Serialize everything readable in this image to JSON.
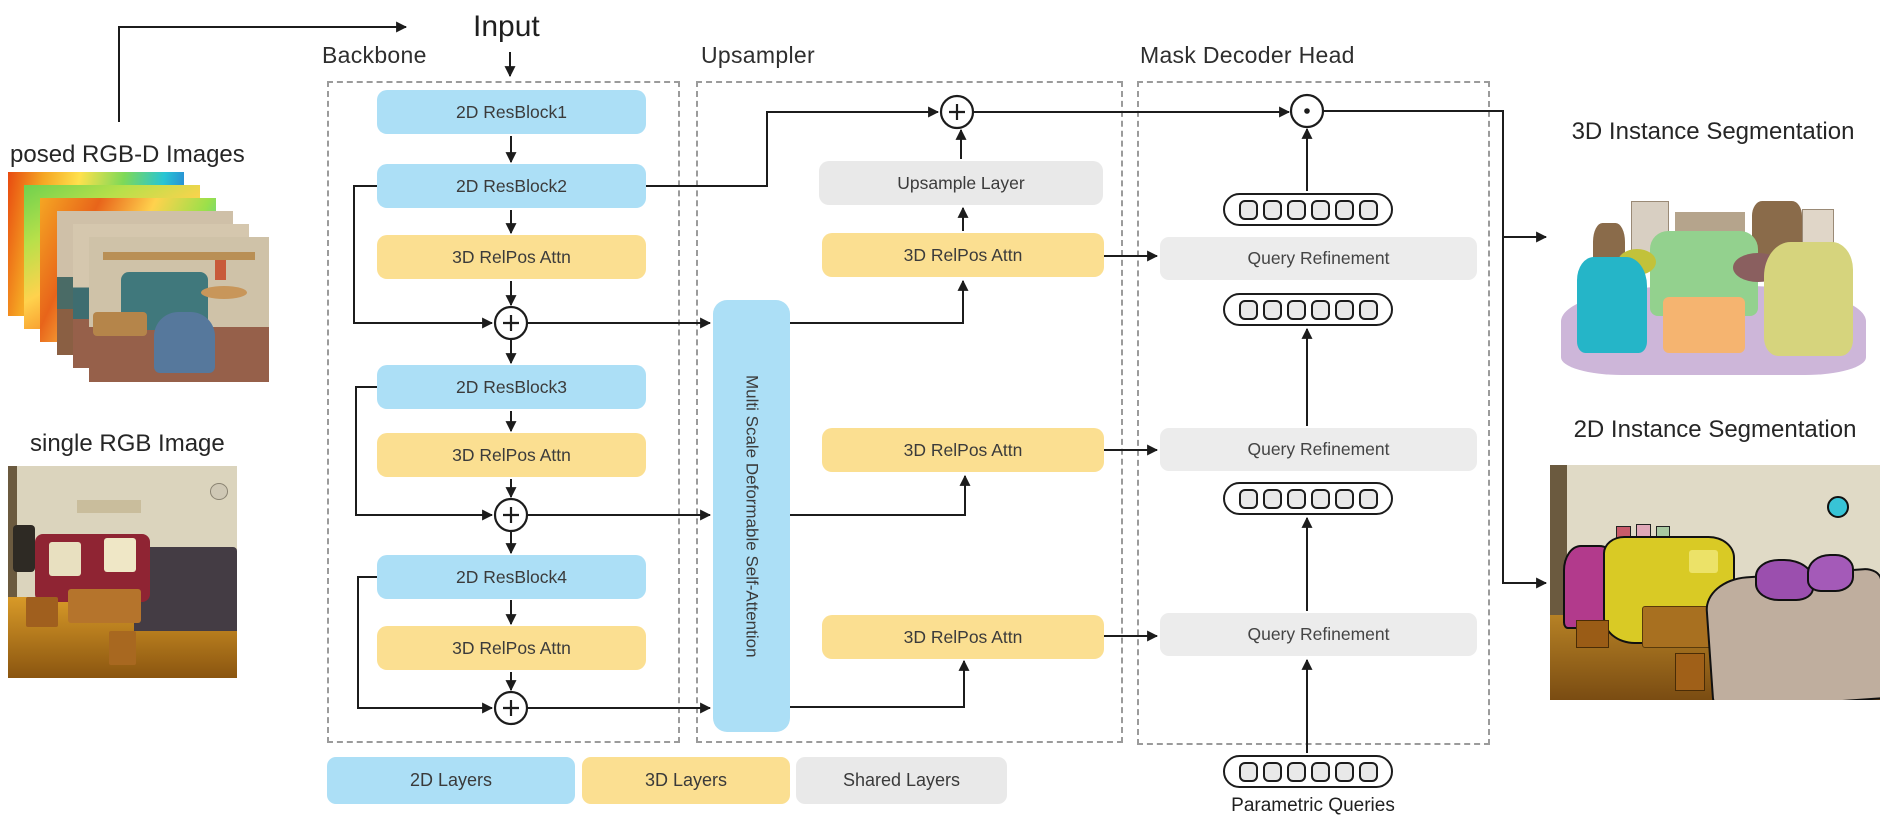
{
  "input_label": "Input",
  "inputs": {
    "posed_label": "posed RGB-D Images",
    "single_label": "single RGB Image"
  },
  "backbone": {
    "title": "Backbone",
    "blocks": [
      {
        "label": "2D ResBlock1",
        "type": "2d"
      },
      {
        "label": "2D ResBlock2",
        "type": "2d"
      },
      {
        "label": "3D RelPos Attn",
        "type": "3d"
      },
      {
        "label": "2D ResBlock3",
        "type": "2d"
      },
      {
        "label": "3D RelPos Attn",
        "type": "3d"
      },
      {
        "label": "2D ResBlock4",
        "type": "2d"
      },
      {
        "label": "3D RelPos Attn",
        "type": "3d"
      }
    ]
  },
  "upsampler": {
    "title": "Upsampler",
    "msda": "Multi Scale Deformable Self-Attention",
    "upsample_layer": "Upsample Layer",
    "relpos1": "3D RelPos Attn",
    "relpos2": "3D RelPos Attn",
    "relpos3": "3D RelPos Attn"
  },
  "mask_decoder": {
    "title": "Mask Decoder Head",
    "qr1": "Query Refinement",
    "qr2": "Query Refinement",
    "qr3": "Query Refinement",
    "parametric": "Parametric Queries"
  },
  "operators": {
    "add": "+",
    "dot_product": "·"
  },
  "outputs": {
    "seg3d": "3D Instance Segmentation",
    "seg2d": "2D Instance Segmentation"
  },
  "legend": {
    "items": [
      {
        "label": "2D Layers",
        "color": "#ACDFF6"
      },
      {
        "label": "3D Layers",
        "color": "#FBDF91"
      },
      {
        "label": "Shared Layers",
        "color": "#E9E9E9"
      }
    ]
  },
  "colors": {
    "layer_2d": "#ACDFF6",
    "layer_3d": "#FBDF91",
    "layer_shared": "#E9E9E9",
    "dashed_border": "#9B9B9B",
    "arrow": "#1c1c1c"
  }
}
